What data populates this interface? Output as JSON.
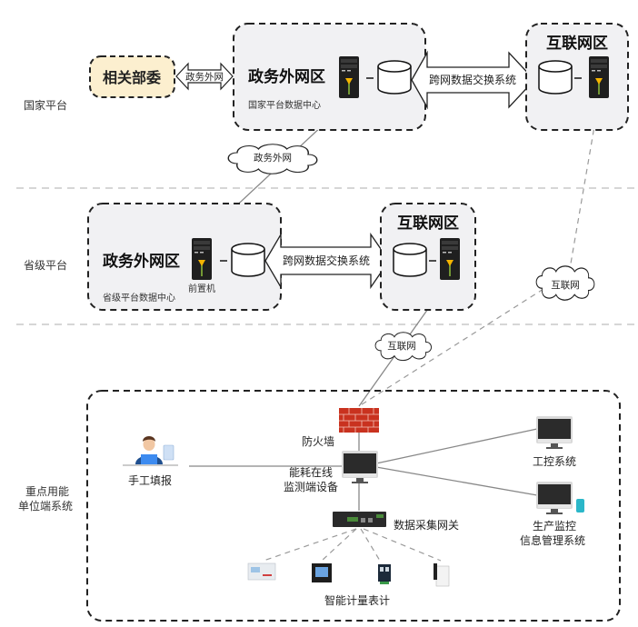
{
  "tiers": {
    "national": "国家平台",
    "provincial": "省级平台",
    "enterprise_line1": "重点用能",
    "enterprise_line2": "单位端系统"
  },
  "national": {
    "ministries": "相关部委",
    "ministries_link": "政务外网",
    "gov_zone_title": "政务外网区",
    "gov_zone_subtitle": "国家平台数据中心",
    "exchange": "跨网数据交换系统",
    "internet_zone_title": "互联网区",
    "cloud_gov": "政务外网"
  },
  "provincial": {
    "gov_zone_title": "政务外网区",
    "gov_zone_subtitle": "省级平台数据中心",
    "front_server": "前置机",
    "exchange": "跨网数据交换系统",
    "internet_zone_title": "互联网区",
    "cloud_internet_right": "互联网",
    "cloud_internet_mid": "互联网"
  },
  "enterprise": {
    "firewall": "防火墙",
    "manual": "手工填报",
    "monitor_device_line1": "能耗在线",
    "monitor_device_line2": "监测端设备",
    "industrial_control": "工控系统",
    "production_line1": "生产监控",
    "production_line2": "信息管理系统",
    "gateway": "数据采集网关",
    "meters": "智能计量表计"
  },
  "colors": {
    "ministry_fill": "#fcefcf",
    "zone_fill": "#f1f1f3",
    "firewall": "#c9321f",
    "server_led": "#f5b400",
    "screen": "#2b2b2b",
    "phone": "#2bb7c9",
    "person_shirt": "#1f4f8f"
  }
}
